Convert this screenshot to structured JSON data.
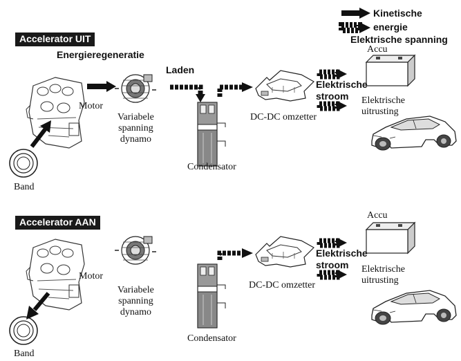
{
  "legend": {
    "kinetic_line1": "Kinetische",
    "kinetic_line2": "energie",
    "electric": "Elektrische spanning"
  },
  "top": {
    "header": "Accelerator UIT",
    "regen_label": "Energieregeneratie",
    "charge_label": "Laden",
    "engine_label": "Motor",
    "alternator_label": "Variabele\nspanning\ndynamo",
    "capacitor_label": "Condensator",
    "converter_label": "DC-DC omzetter",
    "current_label": "Elektrische\nstroom",
    "battery_label": "Accu",
    "equipment_label": "Elektrische\nuitrusting",
    "belt_label": "Band"
  },
  "bottom": {
    "header": "Accelerator AAN",
    "engine_label": "Motor",
    "alternator_label": "Variabele\nspanning\ndynamo",
    "capacitor_label": "Condensator",
    "converter_label": "DC-DC omzetter",
    "current_label": "Elektrische\nstroom",
    "battery_label": "Accu",
    "equipment_label": "Elektrische\nuitrusting",
    "belt_label": "Band"
  },
  "colors": {
    "header_bg": "#1a1a1a",
    "arrow": "#111111",
    "line_art": "#333333"
  },
  "icons": [
    "engine-icon",
    "pulley-icon",
    "alternator-icon",
    "capacitor-icon",
    "dcdc-converter-icon",
    "battery-icon",
    "car-icon"
  ]
}
